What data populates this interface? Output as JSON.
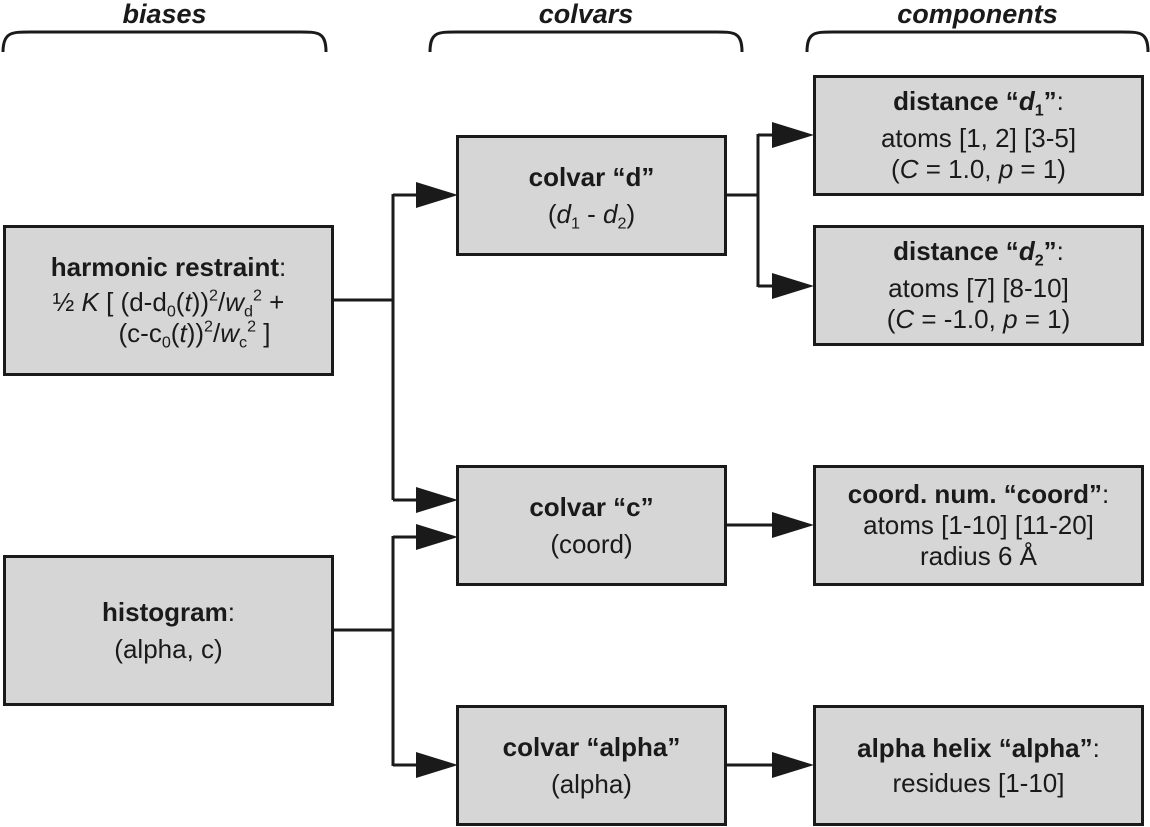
{
  "headers": {
    "biases": "biases",
    "colvars": "colvars",
    "components": "components"
  },
  "biases": {
    "harmonic": {
      "title": "harmonic restraint",
      "colon": ":",
      "f1_a": "½ ",
      "f1_K": "K",
      "f1_b": " [ (d-d",
      "f1_sub0": "0",
      "f1_c": "(",
      "f1_t": "t",
      "f1_d": "))",
      "f1_sup2": "2",
      "f1_e": "/",
      "f1_w": "w",
      "f1_subd": "d",
      "f1_sup2b": "2",
      "f1_f": " +",
      "f2_a": "(c-c",
      "f2_sub0": "0",
      "f2_b": "(",
      "f2_t": "t",
      "f2_c": "))",
      "f2_sup2": "2",
      "f2_d": "/",
      "f2_w": "w",
      "f2_subc": "c",
      "f2_sup2b": "2",
      "f2_e": " ]"
    },
    "histogram": {
      "title": "histogram",
      "colon": ":",
      "args": "(alpha, c)"
    }
  },
  "colvars": {
    "d": {
      "title": "colvar “d”",
      "ex_open": "(",
      "ex_d1": "d",
      "ex_s1": "1",
      "ex_minus": " - ",
      "ex_d2": "d",
      "ex_s2": "2",
      "ex_close": ")"
    },
    "c": {
      "title": "colvar “c”",
      "expr": "(coord)"
    },
    "alpha": {
      "title": "colvar “alpha”",
      "expr": "(alpha)"
    }
  },
  "components": {
    "d1": {
      "t_a": "distance “",
      "t_d": "d",
      "t_sub": "1",
      "t_b": "”",
      "colon": ":",
      "atoms": "atoms [1, 2] [3-5]",
      "p_a": "(",
      "p_C": "C",
      "p_b": " = 1.0, ",
      "p_p": "p",
      "p_c": " = 1)"
    },
    "d2": {
      "t_a": "distance “",
      "t_d": "d",
      "t_sub": "2",
      "t_b": "”",
      "colon": ":",
      "atoms": "atoms [7] [8-10]",
      "p_a": "(",
      "p_C": "C",
      "p_b": " = -1.0, ",
      "p_p": "p",
      "p_c": " = 1)"
    },
    "coord": {
      "title": "coord. num. “coord”",
      "colon": ":",
      "atoms": "atoms [1-10] [11-20]",
      "radius": "radius 6 Å"
    },
    "alpha": {
      "title": "alpha helix “alpha”",
      "colon": ":",
      "residues": "residues [1-10]"
    }
  }
}
